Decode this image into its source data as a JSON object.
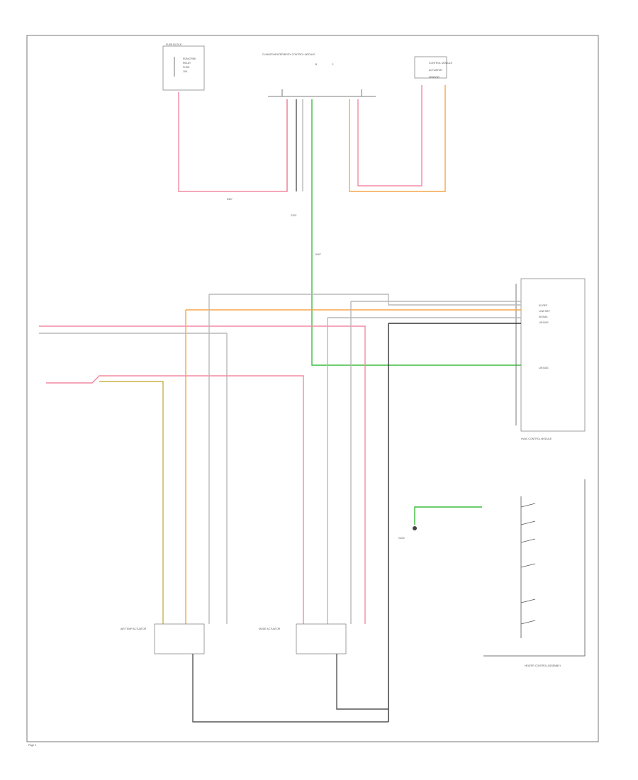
{
  "colors": {
    "pink": "#f28aa3",
    "orange": "#f6a54a",
    "green": "#3dbd3d",
    "yellow": "#c9b247",
    "grey": "#b8b8b8",
    "black": "#333333"
  },
  "labels": {
    "fuse_block": "FUSE BLOCK",
    "top_center_module": "CLIMATE/HEATER/BODY CONTROL MODULE",
    "top_right_module": "CONTROL MODULE",
    "ground_top": "G201",
    "hvac_module": "HVAC CONTROL MODULE",
    "actuator_left": "AIR TEMP ACTUATOR",
    "actuator_right": "MODE ACTUATOR",
    "ground_right": "G203",
    "switch_assembly": "HEATER CONTROL ASSEMBLY",
    "page_number": "Page 3"
  },
  "icons": [
    "ground-icon",
    "switch-icon",
    "connector-icon"
  ]
}
